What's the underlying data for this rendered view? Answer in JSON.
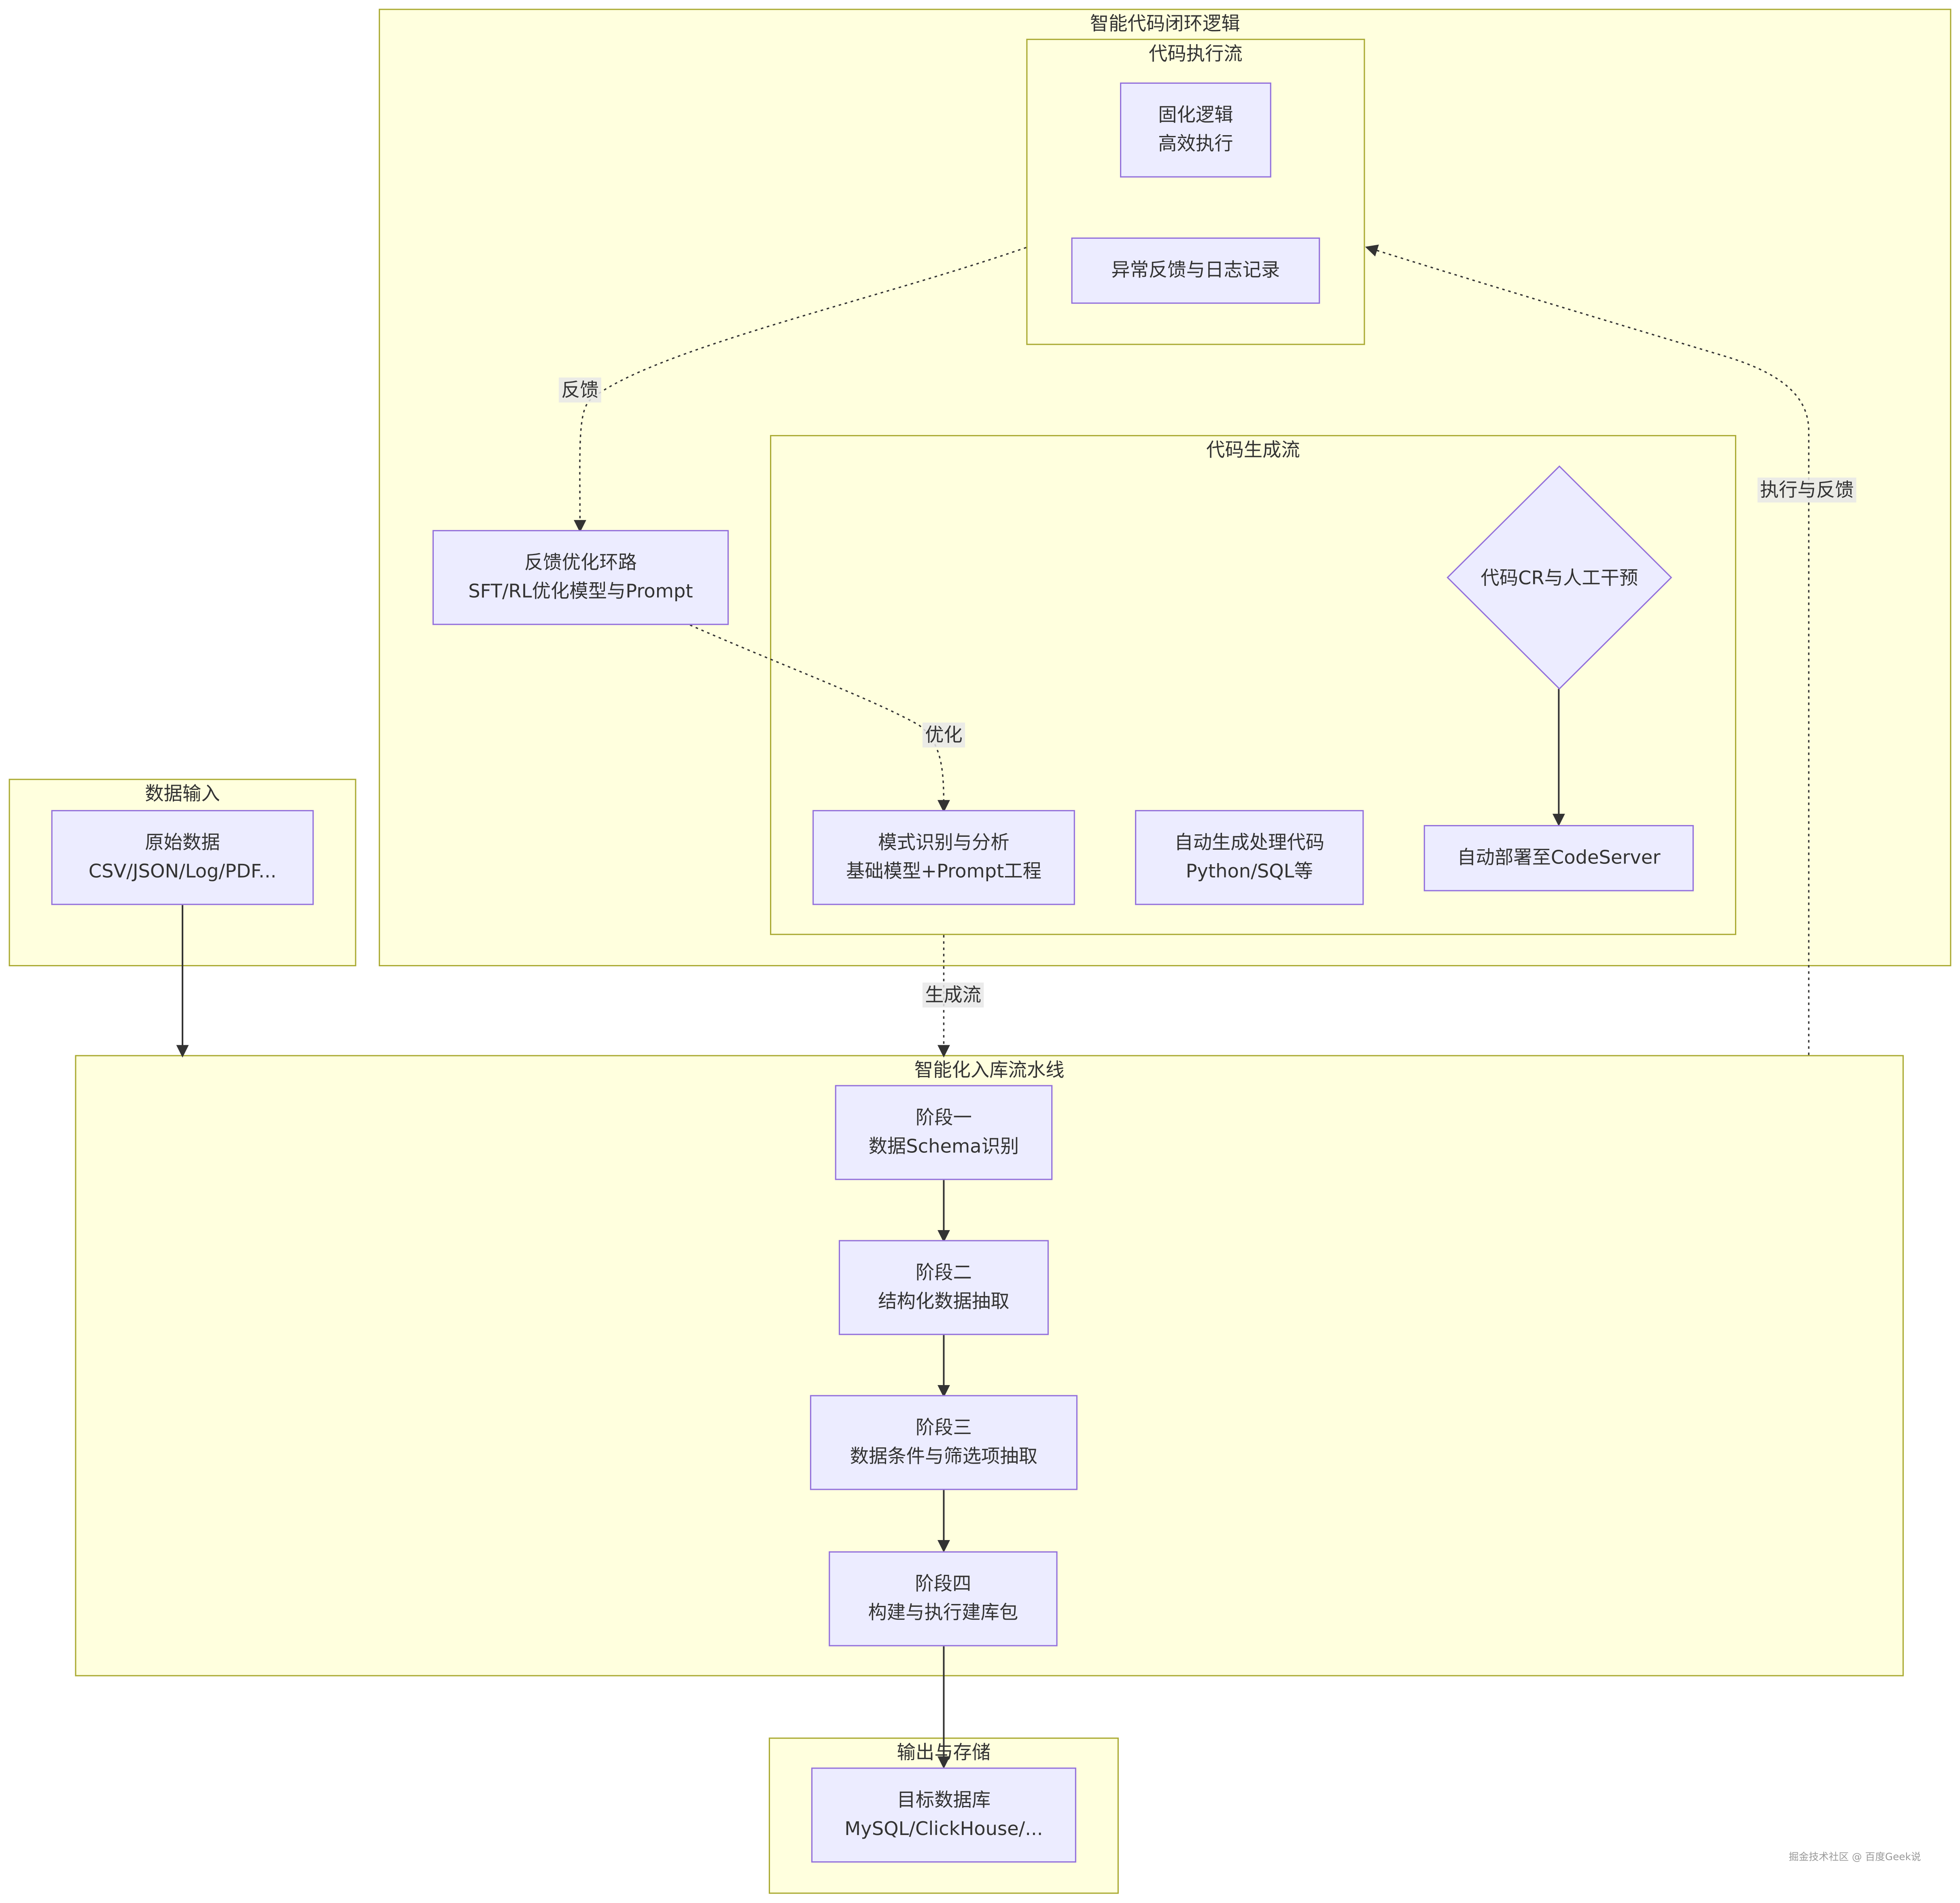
{
  "clusters": {
    "closed_loop": "智能代码闭环逻辑",
    "exec_flow": "代码执行流",
    "gen_flow": "代码生成流",
    "data_input": "数据输入",
    "pipeline": "智能化入库流水线",
    "output": "输出与存储"
  },
  "nodes": {
    "fixed_logic": [
      "固化逻辑",
      "高效执行"
    ],
    "exception_log": [
      "异常反馈与日志记录"
    ],
    "feedback_loop": [
      "反馈优化环路",
      "SFT/RL优化模型与Prompt"
    ],
    "code_cr": [
      "代码CR与人工干预"
    ],
    "pattern": [
      "模式识别与分析",
      "基础模型+Prompt工程"
    ],
    "autogen": [
      "自动生成处理代码",
      "Python/SQL等"
    ],
    "deploy": [
      "自动部署至CodeServer"
    ],
    "raw_data": [
      "原始数据",
      "CSV/JSON/Log/PDF..."
    ],
    "stage1": [
      "阶段一",
      "数据Schema识别"
    ],
    "stage2": [
      "阶段二",
      "结构化数据抽取"
    ],
    "stage3": [
      "阶段三",
      "数据条件与筛选项抽取"
    ],
    "stage4": [
      "阶段四",
      "构建与执行建库包"
    ],
    "target_db": [
      "目标数据库",
      "MySQL/ClickHouse/..."
    ]
  },
  "edge_labels": {
    "feedback": "反馈",
    "optimize": "优化",
    "exec_feedback": "执行与反馈",
    "generate": "生成流"
  },
  "watermark": "掘金技术社区 @ 百度Geek说",
  "colors": {
    "cluster_fill": "#ffffde",
    "cluster_border": "#aaaa33",
    "node_fill": "#ececff",
    "node_border": "#9370db",
    "edge": "#333333"
  }
}
